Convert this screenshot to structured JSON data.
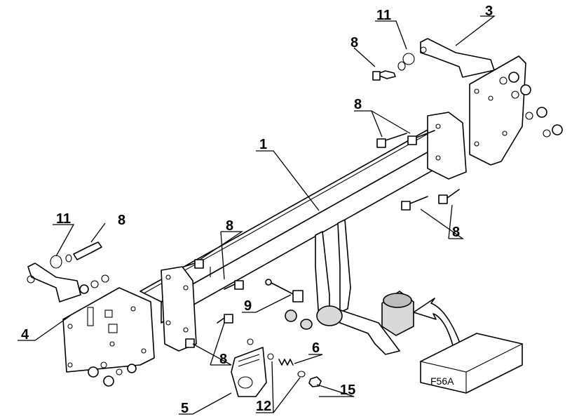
{
  "labels": {
    "l1": "1",
    "l3": "3",
    "l4": "4",
    "l5": "5",
    "l6": "6",
    "l8a": "8",
    "l8b": "8",
    "l8c": "8",
    "l8d": "8",
    "l8e": "8",
    "l8f": "8",
    "l9": "9",
    "l11a": "11",
    "l11b": "11",
    "l12": "12",
    "l15": "15"
  },
  "box": {
    "code": "F56A"
  }
}
